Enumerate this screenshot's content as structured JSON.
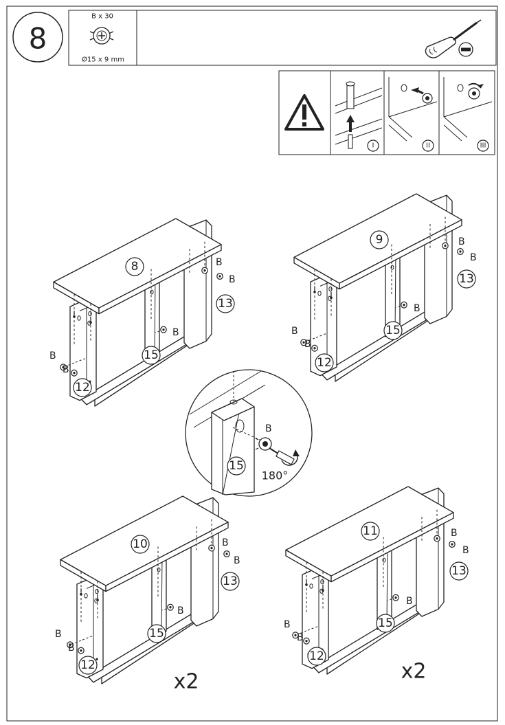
{
  "step": {
    "number": "8"
  },
  "hardware": {
    "quantity": "B x 30",
    "size": "Ø15 x 9 mm"
  },
  "tool": {
    "icon": "flathead-screwdriver-icon",
    "tip_icon": "flat-slot-icon"
  },
  "warning": {
    "icon": "warning-triangle-icon",
    "steps": [
      {
        "label": "I"
      },
      {
        "label": "II"
      },
      {
        "label": "III"
      }
    ]
  },
  "detail": {
    "part": "15",
    "fitting": "B",
    "rotation": "180°"
  },
  "assemblies": [
    {
      "top": "8",
      "left_side": "12",
      "right_side": "13",
      "divider": "15",
      "fitting": "B",
      "multiplier": ""
    },
    {
      "top": "9",
      "left_side": "12",
      "right_side": "13",
      "divider": "15",
      "fitting": "B",
      "multiplier": ""
    },
    {
      "top": "10",
      "left_side": "12",
      "right_side": "13",
      "divider": "15",
      "fitting": "B",
      "multiplier": "x2"
    },
    {
      "top": "11",
      "left_side": "12",
      "right_side": "13",
      "divider": "15",
      "fitting": "B",
      "multiplier": "x2"
    }
  ]
}
